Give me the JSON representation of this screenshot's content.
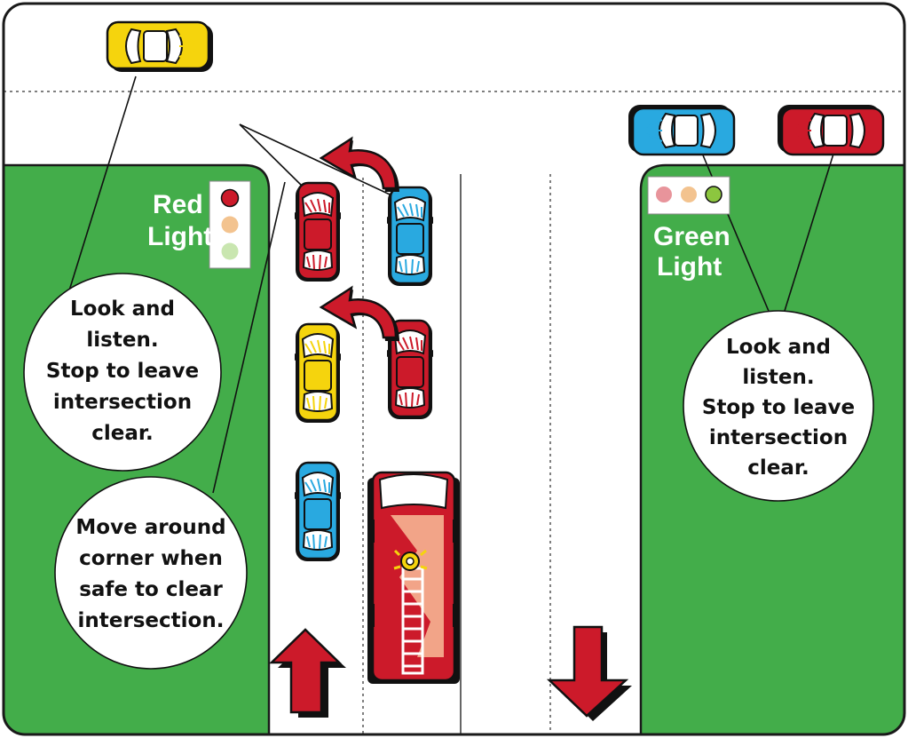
{
  "left_light": {
    "label_lines": [
      "Red",
      "Light"
    ],
    "active": "red",
    "colors": {
      "red_on": "#cc1a2a",
      "amber_off": "#f3c38f",
      "green_off": "#c9e6b0"
    }
  },
  "right_light": {
    "label_lines": [
      "Green",
      "Light"
    ],
    "active": "green",
    "colors": {
      "red_off": "#e8949b",
      "amber_off": "#f3c38f",
      "green_on": "#8cc63f"
    }
  },
  "callouts": {
    "left_top": [
      "Look and",
      "listen.",
      "Stop to leave",
      "intersection",
      "clear."
    ],
    "left_bottom": [
      "Move around",
      "corner when",
      "safe to clear",
      "intersection."
    ],
    "right": [
      "Look and",
      "listen.",
      "Stop to leave",
      "intersection",
      "clear."
    ]
  },
  "vehicles": [
    {
      "type": "car",
      "color": "yellow",
      "lane": "cross-street",
      "facing": "right"
    },
    {
      "type": "car",
      "color": "blue",
      "lane": "cross-street",
      "facing": "left"
    },
    {
      "type": "car",
      "color": "red",
      "lane": "cross-street",
      "facing": "left"
    },
    {
      "type": "car",
      "color": "red",
      "lane": "northbound-left",
      "facing": "up"
    },
    {
      "type": "car",
      "color": "blue",
      "lane": "northbound-right",
      "facing": "up"
    },
    {
      "type": "car",
      "color": "yellow",
      "lane": "northbound-left",
      "facing": "up"
    },
    {
      "type": "car",
      "color": "red",
      "lane": "northbound-right",
      "facing": "up"
    },
    {
      "type": "car",
      "color": "blue",
      "lane": "northbound-left",
      "facing": "up"
    },
    {
      "type": "fire-truck",
      "color": "red",
      "lane": "northbound-right",
      "facing": "up"
    }
  ],
  "arrows": [
    {
      "name": "turn-arrow",
      "color": "#cc1a2a"
    },
    {
      "name": "turn-arrow",
      "color": "#cc1a2a"
    },
    {
      "name": "northbound-arrow",
      "color": "#cc1a2a"
    },
    {
      "name": "southbound-arrow",
      "color": "#cc1a2a"
    }
  ],
  "colors": {
    "grass": "#43ad4a",
    "road": "#ffffff",
    "border": "#1a1a1a",
    "red": "#cc1a2a",
    "yellow": "#f5d40d",
    "blue": "#29a9e0"
  }
}
